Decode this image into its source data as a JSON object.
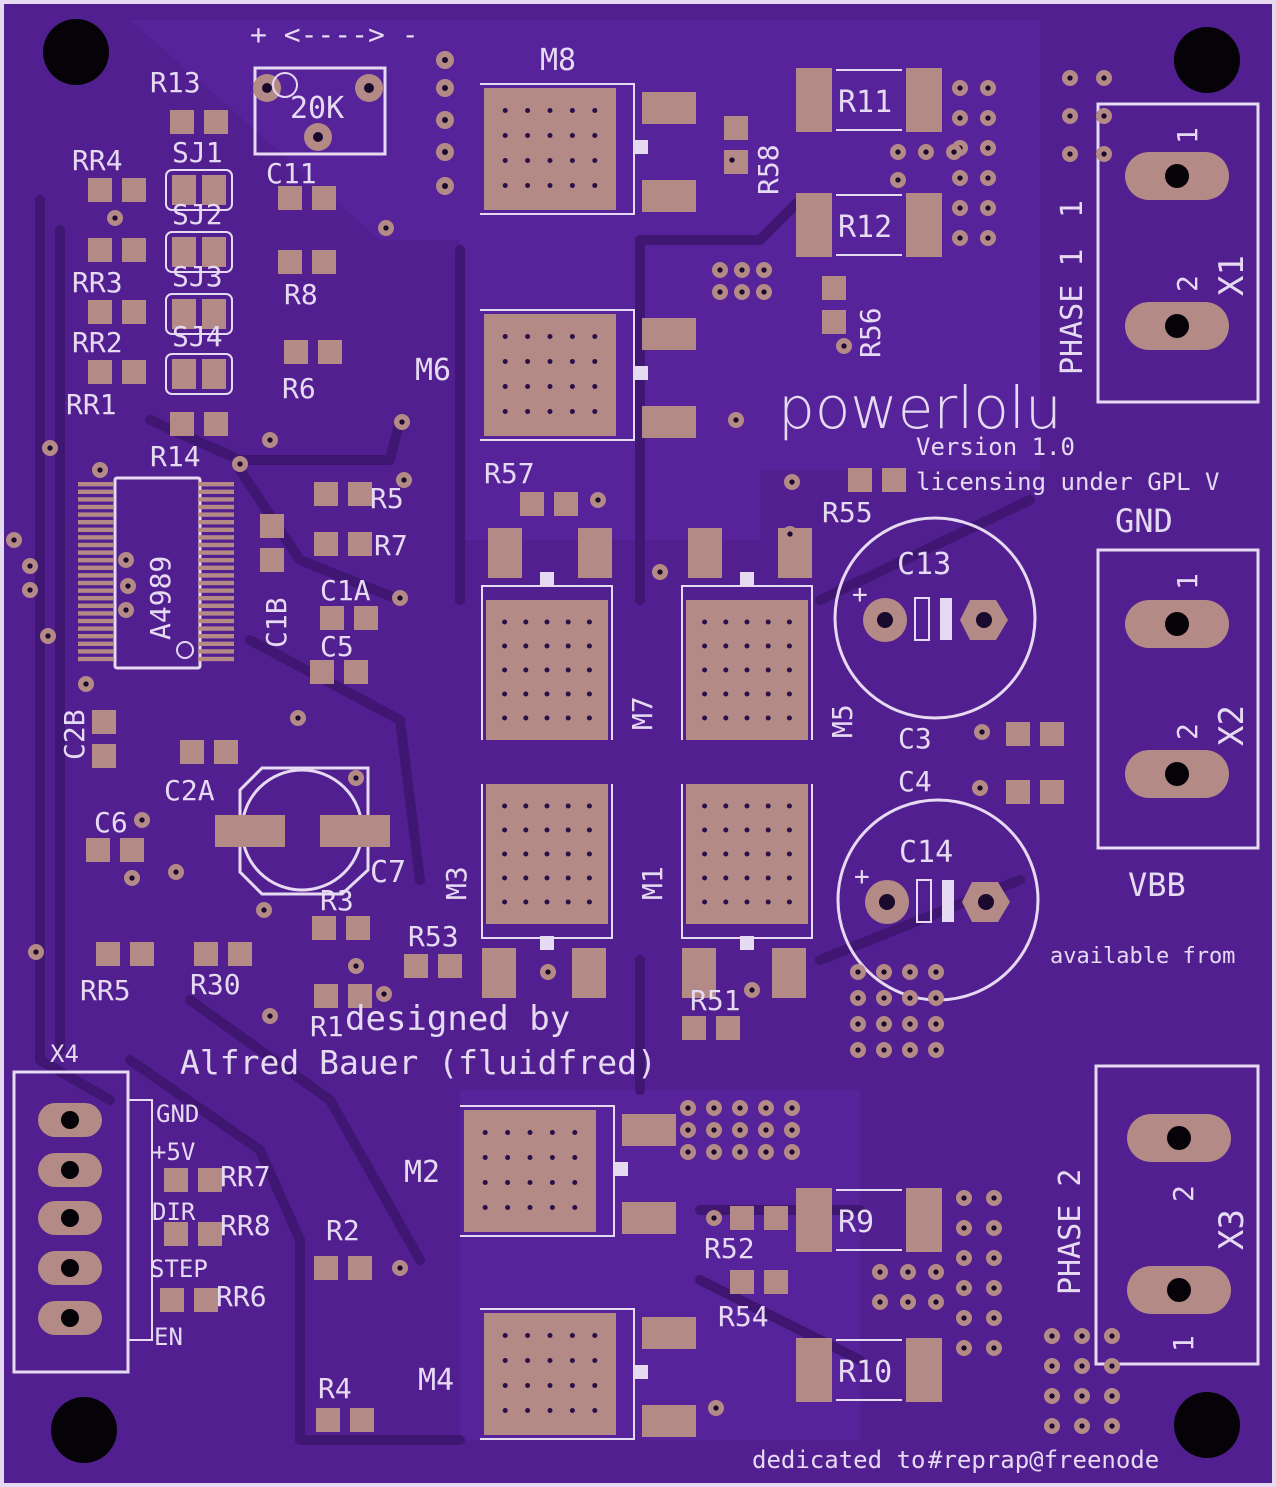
{
  "board": {
    "title": "powerlolu",
    "version": "Version 1.0",
    "license": "licensing under GPL V",
    "designed_by": "designed by",
    "author": "Alfred Bauer (fluidfred)",
    "available": "available from",
    "dedicated": "dedicated to",
    "dedicated_to": "#reprap@freenode",
    "pot_direction": "+ <----> -",
    "pot_value": "20K"
  },
  "connectors": {
    "x1": {
      "name": "X1",
      "label": "PHASE 1",
      "pin1": "1",
      "pin2": "2"
    },
    "x2": {
      "name": "X2",
      "top": "GND",
      "bottom": "VBB",
      "pin1": "1",
      "pin2": "2"
    },
    "x3": {
      "name": "X3",
      "label": "PHASE 2",
      "pin1": "1",
      "pin2": "2"
    },
    "x4": {
      "name": "X4",
      "pins": [
        "GND",
        "+5V",
        "DIR",
        "STEP",
        "EN"
      ]
    }
  },
  "components": {
    "ic": "A4989",
    "mosfets": [
      "M8",
      "M6",
      "M7",
      "M5",
      "M3",
      "M1",
      "M2",
      "M4"
    ],
    "resistors": [
      "R13",
      "RR4",
      "RR3",
      "RR2",
      "RR1",
      "R14",
      "R8",
      "R6",
      "R5",
      "R7",
      "R57",
      "R58",
      "R11",
      "R12",
      "R56",
      "R55",
      "R3",
      "R53",
      "R1",
      "RR5",
      "R30",
      "R51",
      "RR7",
      "RR8",
      "RR6",
      "R2",
      "R4",
      "R9",
      "R52",
      "R54",
      "R10"
    ],
    "capacitors": [
      "C11",
      "C1B",
      "C1A",
      "C5",
      "C2B",
      "C2A",
      "C6",
      "C7",
      "C13",
      "C14",
      "C3",
      "C4"
    ],
    "jumpers": [
      "SJ1",
      "SJ2",
      "SJ3",
      "SJ4"
    ],
    "cap_polarity": "+"
  },
  "colors": {
    "board": "#4a1e84",
    "copper": "#57239a",
    "pad": "#b48a86",
    "silkscreen": "#e6d9f2",
    "drill": "#050308"
  }
}
